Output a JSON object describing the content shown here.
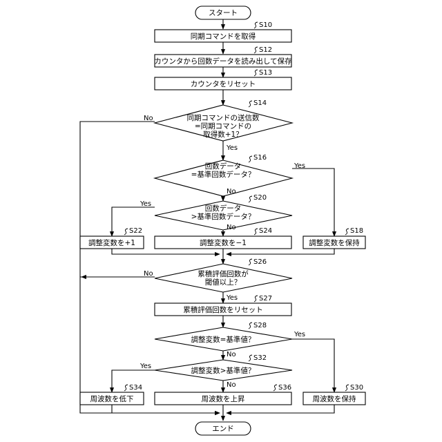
{
  "terminals": {
    "start": "スタート",
    "end": "エンド"
  },
  "processes": {
    "s10": "同期コマンドを取得",
    "s12": "カウンタから回数データを読み出して保存",
    "s13": "カウンタをリセット",
    "s22": "調整変数を+1",
    "s24": "調整変数を−1",
    "s18": "調整変数を保持",
    "s27": "累積評価回数をリセット",
    "s34": "周波数を低下",
    "s36": "周波数を上昇",
    "s30": "周波数を保持"
  },
  "decisions": {
    "s14": [
      "同期コマンドの送信数",
      "=同期コマンドの",
      "取得数+1？"
    ],
    "s16": [
      "回数データ",
      "=基準回数データ？"
    ],
    "s20": [
      "回数データ",
      ">基準回数データ？"
    ],
    "s26": [
      "累積評価回数が",
      "閾値以上？"
    ],
    "s28": [
      "調整変数=基準値？"
    ],
    "s32": [
      "調整変数>基準値？"
    ]
  },
  "step_labels": {
    "s10": "S10",
    "s12": "S12",
    "s13": "S13",
    "s14": "S14",
    "s16": "S16",
    "s20": "S20",
    "s22": "S22",
    "s24": "S24",
    "s18": "S18",
    "s26": "S26",
    "s27": "S27",
    "s28": "S28",
    "s32": "S32",
    "s34": "S34",
    "s36": "S36",
    "s30": "S30"
  },
  "branch_labels": {
    "s14_no": "No",
    "s14_yes": "Yes",
    "s16_yes": "Yes",
    "s16_no": "No",
    "s20_yes": "Yes",
    "s20_no": "No",
    "s26_no": "No",
    "s26_yes": "Yes",
    "s28_yes": "Yes",
    "s28_no": "No",
    "s32_yes": "Yes",
    "s32_no": "No"
  }
}
